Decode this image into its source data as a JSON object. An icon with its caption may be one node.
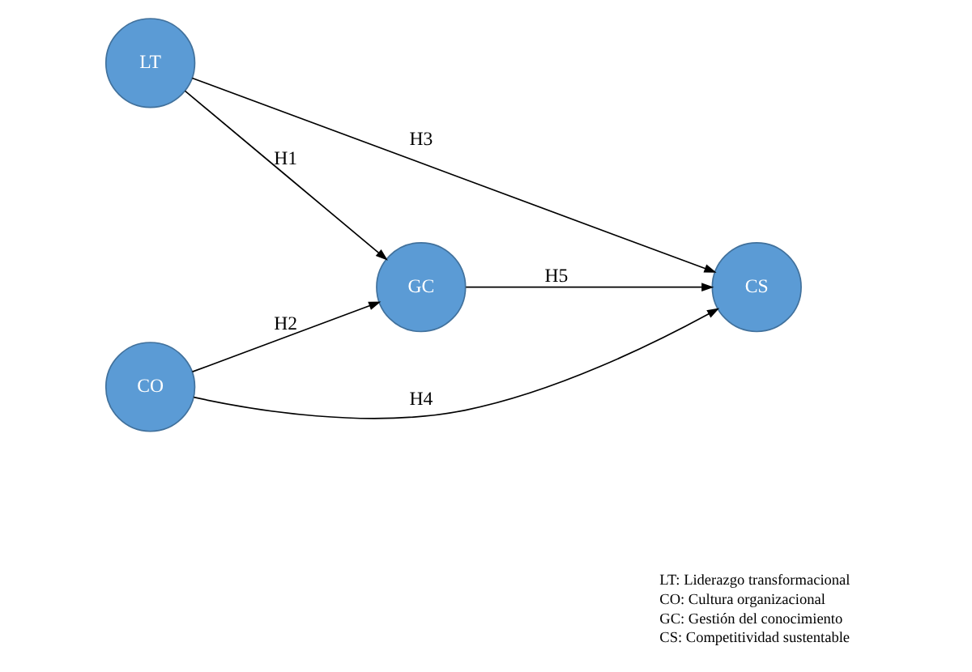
{
  "diagram": {
    "nodes": [
      {
        "text": [
          "LT"
        ]
      },
      {
        "text": [
          "CO"
        ]
      },
      {
        "text": [
          "GC"
        ]
      },
      {
        "text": [
          "CS"
        ]
      }
    ],
    "edges": [
      {
        "from": 0,
        "to": 2,
        "arrow": "to",
        "label": "H1"
      },
      {
        "from": 1,
        "to": 2,
        "arrow": "to",
        "label": "H2"
      },
      {
        "from": 0,
        "to": 3,
        "arrow": "to",
        "label": "H3"
      },
      {
        "from": 1,
        "to": 3,
        "arrow": "to",
        "label": "H4"
      },
      {
        "from": 2,
        "to": 3,
        "arrow": "to",
        "label": "H5"
      }
    ],
    "labels": [
      "LT: Liderazgo transformacional",
      "CO: Cultura organizacional",
      "GC: Gestión del conocimiento",
      "CS: Competitividad sustentable"
    ]
  }
}
